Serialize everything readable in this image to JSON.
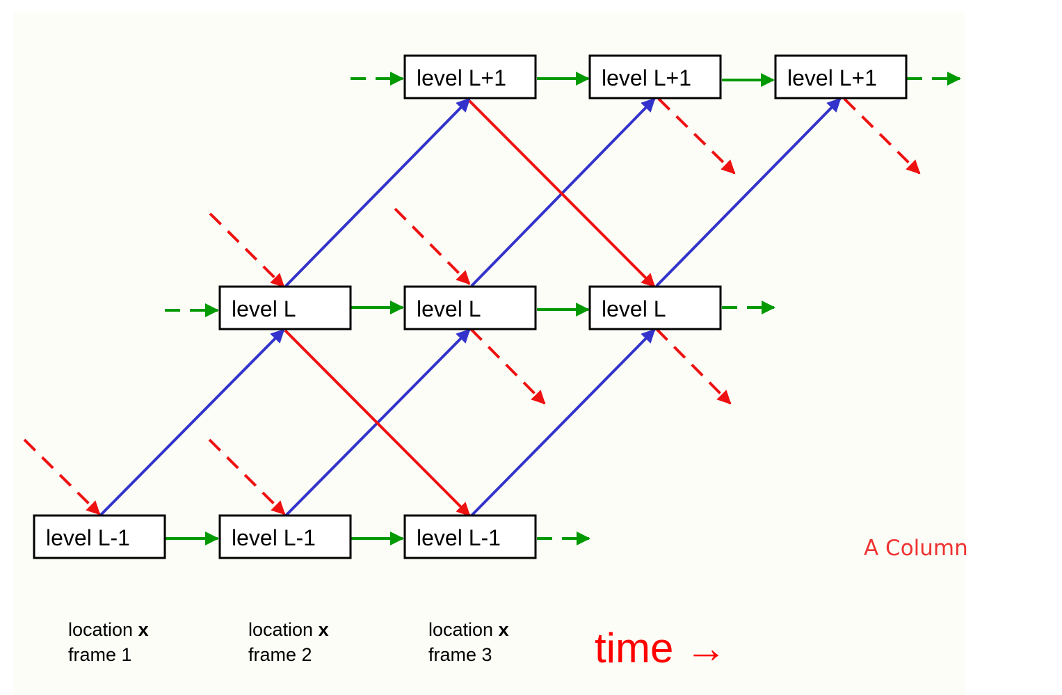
{
  "colors": {
    "background": "#fdfdf7",
    "upward": "#3333cc",
    "downward": "#ee1111",
    "lateral": "#009900",
    "column_label": "#ee3333",
    "time_label": "#ff0000"
  },
  "boxes": {
    "top": [
      "level L+1",
      "level L+1",
      "level L+1"
    ],
    "middle": [
      "level L",
      "level L",
      "level L"
    ],
    "bottom": [
      "level L-1",
      "level L-1",
      "level L-1"
    ]
  },
  "captions": [
    {
      "location": "location",
      "x": "x",
      "frame": "frame 1"
    },
    {
      "location": "location",
      "x": "x",
      "frame": "frame 2"
    },
    {
      "location": "location",
      "x": "x",
      "frame": "frame 3"
    }
  ],
  "column_label": "A Column",
  "time_label": "time",
  "time_arrow_glyph": "→"
}
